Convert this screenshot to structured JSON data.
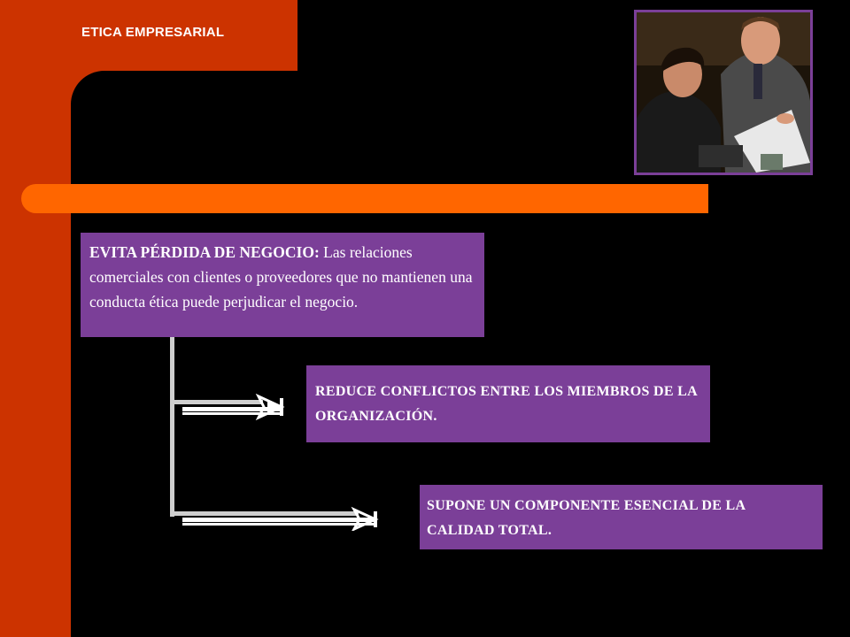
{
  "header": {
    "title": "ETICA EMPRESARIAL"
  },
  "photo": {
    "description_icon": "business-meeting-photo"
  },
  "boxes": {
    "box1": {
      "heading": "EVITA PÉRDIDA DE NEGOCIO:",
      "text": " Las relaciones comerciales con clientes o proveedores que no mantienen una conducta ética puede perjudicar el negocio."
    },
    "box2": {
      "text": "REDUCE CONFLICTOS ENTRE LOS MIEMBROS DE LA ORGANIZACIÓN."
    },
    "box3": {
      "text": "SUPONE UN COMPONENTE ESENCIAL DE LA CALIDAD TOTAL."
    }
  },
  "colors": {
    "frame": "#cc3300",
    "bar": "#ff6600",
    "box": "#7b3f98",
    "background": "#000000"
  }
}
